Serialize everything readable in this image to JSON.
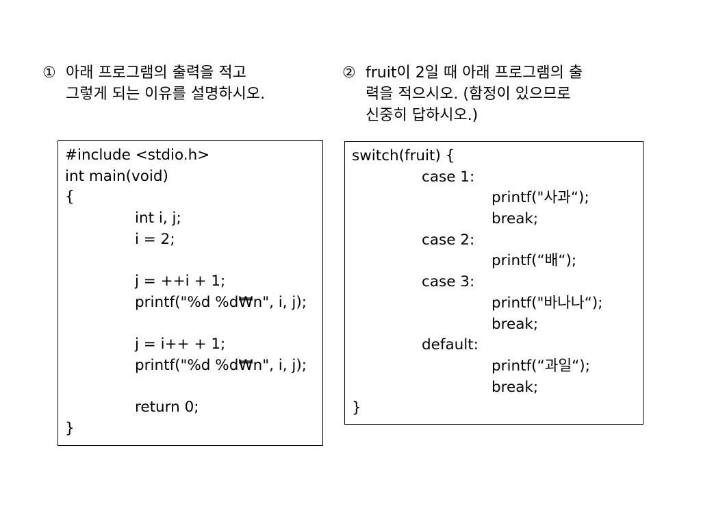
{
  "question1": {
    "number": "①",
    "lines": [
      "아래 프로그램의 출력을 적고",
      "그렇게 되는 이유를 설명하시오."
    ]
  },
  "question2": {
    "number": "②",
    "lines": [
      "fruit이 2일 때 아래 프로그램의 출",
      "력을 적으시오. (함정이 있으므로",
      "신중히 답하시오.)"
    ]
  },
  "code1": {
    "lines": [
      {
        "text": "#include <stdio.h>",
        "indent": 0
      },
      {
        "text": "int main(void)",
        "indent": 0
      },
      {
        "text": "{",
        "indent": 0
      },
      {
        "text": "int i, j;",
        "indent": 1
      },
      {
        "text": "i = 2;",
        "indent": 1
      },
      {
        "text": "",
        "indent": 1
      },
      {
        "text": "j = ++i + 1;",
        "indent": 1
      },
      {
        "text": "printf(\"%d %d₩n\", i, j);",
        "indent": 1
      },
      {
        "text": "",
        "indent": 1
      },
      {
        "text": "j = i++ + 1;",
        "indent": 1
      },
      {
        "text": "printf(\"%d %d₩n\", i, j);",
        "indent": 1
      },
      {
        "text": "",
        "indent": 1
      },
      {
        "text": "return 0;",
        "indent": 1
      },
      {
        "text": "}",
        "indent": 0
      }
    ]
  },
  "code2": {
    "lines": [
      {
        "text": "switch(fruit) {",
        "indent": 0
      },
      {
        "text": "case 1:",
        "indent": 1
      },
      {
        "text": "printf(\"사과“);",
        "indent": 2
      },
      {
        "text": "break;",
        "indent": 2
      },
      {
        "text": "case 2:",
        "indent": 1
      },
      {
        "text": "printf(“배“);",
        "indent": 2
      },
      {
        "text": "case 3:",
        "indent": 1
      },
      {
        "text": "printf(\"바나나“);",
        "indent": 2
      },
      {
        "text": "break;",
        "indent": 2
      },
      {
        "text": "default:",
        "indent": 1
      },
      {
        "text": "printf(“과일“);",
        "indent": 2
      },
      {
        "text": "break;",
        "indent": 2
      },
      {
        "text": "}",
        "indent": 0
      }
    ]
  }
}
